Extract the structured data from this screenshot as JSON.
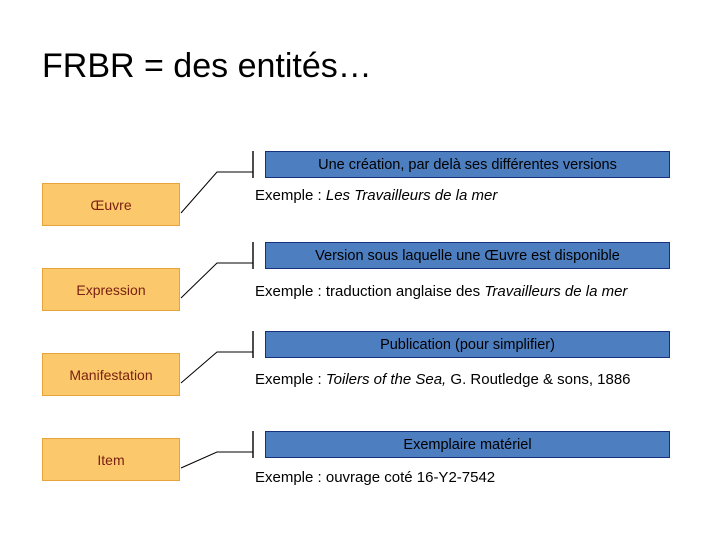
{
  "slide": {
    "title": "FRBR = des entités…",
    "background_color": "#ffffff",
    "entity_box_fill": "#FBC96B",
    "entity_box_border": "#E8A33D",
    "entity_text_color": "#7A2012",
    "banner_fill": "#4D7EBF",
    "banner_border": "#15317E",
    "banner_text_color": "#000000",
    "connector_color": "#000000"
  },
  "rows": [
    {
      "entity": "Œuvre",
      "banner": "Une création, par delà ses différentes versions",
      "example_prefix": "Exemple : ",
      "example_italic": "Les Travailleurs de la mer",
      "example_suffix": ""
    },
    {
      "entity": "Expression",
      "banner": "Version sous laquelle une Œuvre est disponible",
      "example_prefix": "Exemple : traduction anglaise des ",
      "example_italic": "Travailleurs de la mer",
      "example_suffix": ""
    },
    {
      "entity": "Manifestation",
      "banner": "Publication (pour simplifier)",
      "example_prefix": "Exemple : ",
      "example_italic": "Toilers of the Sea,",
      "example_suffix": " G. Routledge & sons, 1886"
    },
    {
      "entity": "Item",
      "banner": "Exemplaire matériel",
      "example_prefix": "Exemple : ouvrage coté 16-Y2-7542",
      "example_italic": "",
      "example_suffix": ""
    }
  ]
}
